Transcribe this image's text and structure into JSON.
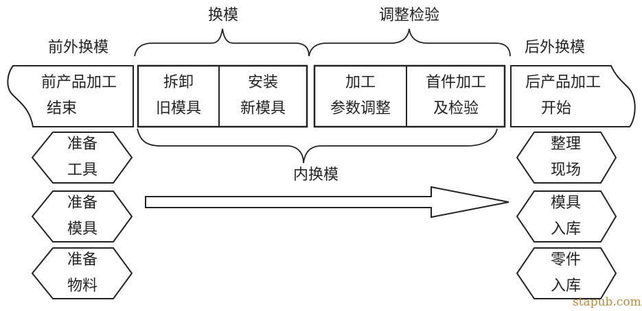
{
  "labels": {
    "front_external": "前外换模",
    "change_mold": "换模",
    "adjust_inspect": "调整检验",
    "rear_external": "后外换模",
    "internal_change": "内换模"
  },
  "front_flag": {
    "line1": "前产品加工",
    "line2": "结束"
  },
  "rear_flag": {
    "line1": "后产品加工",
    "line2": "开始"
  },
  "steps": [
    {
      "line1": "拆卸",
      "line2": "旧模具"
    },
    {
      "line1": "安装",
      "line2": "新模具"
    },
    {
      "line1": "加工",
      "line2": "参数调整"
    },
    {
      "line1": "首件加工",
      "line2": "及检验"
    }
  ],
  "prep_left": [
    {
      "line1": "准备",
      "line2": "工具"
    },
    {
      "line1": "准备",
      "line2": "模具"
    },
    {
      "line1": "准备",
      "line2": "物料"
    }
  ],
  "post_right": [
    {
      "line1": "整理",
      "line2": "现场"
    },
    {
      "line1": "模具",
      "line2": "入库"
    },
    {
      "line1": "零件",
      "line2": "入库"
    }
  ],
  "watermark": "stapub.com"
}
